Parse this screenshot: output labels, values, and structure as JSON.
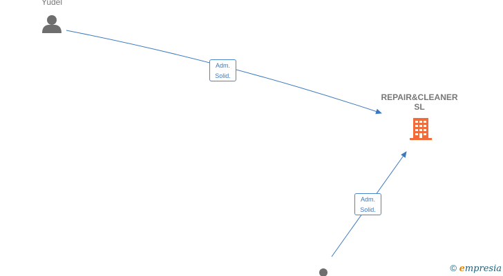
{
  "nodes": {
    "person1": {
      "name": "Yudel"
    },
    "company": {
      "name_line1": "REPAIR&CLEANER",
      "name_line2": "SL"
    }
  },
  "edges": [
    {
      "from": "person1",
      "to": "company",
      "label_line1": "Adm.",
      "label_line2": "Solid."
    },
    {
      "from": "person2",
      "to": "company",
      "label_line1": "Adm.",
      "label_line2": "Solid."
    }
  ],
  "colors": {
    "edge": "#3a78c0",
    "company_icon": "#f26b3a",
    "person_icon": "#6e6e6e"
  },
  "watermark": {
    "symbol": "©",
    "brand_initial": "e",
    "brand_rest": "mpresia"
  }
}
